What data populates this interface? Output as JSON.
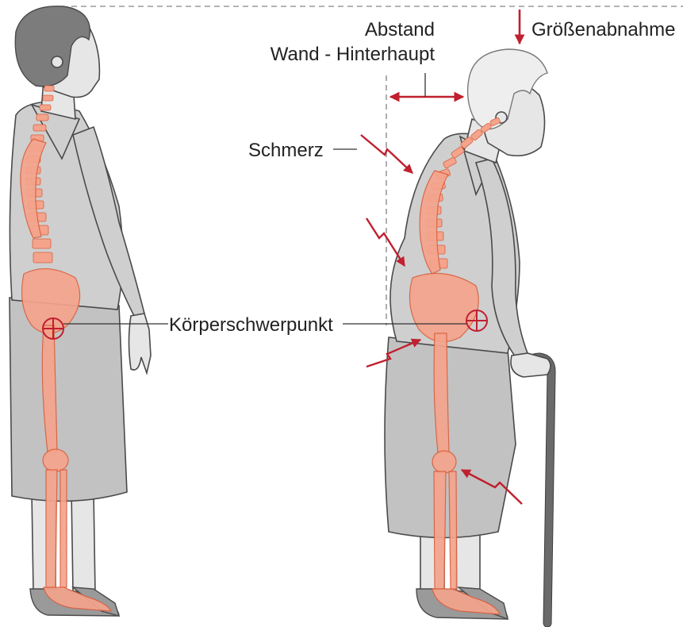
{
  "labels": {
    "distance_line1": "Abstand",
    "distance_line2": "Wand - Hinterhaupt",
    "height_loss": "Größenabnahme",
    "pain": "Schmerz",
    "center_of_gravity": "Körperschwerpunkt"
  },
  "colors": {
    "accent": "#c0202f",
    "bone": "#f4a48c",
    "skin": "#e6e6e6",
    "clothing": "#cfcfcf"
  },
  "icons": {
    "center_of_gravity": "crosshair-circle-icon",
    "pain": "lightning-bolt-arrow-icon"
  }
}
